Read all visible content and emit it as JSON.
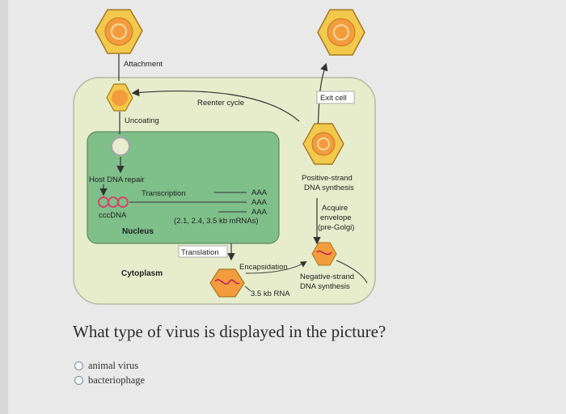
{
  "diagram": {
    "labels": {
      "attachment": "Attachment",
      "reenter_cycle": "Reenter cycle",
      "exit_cell": "Exit cell",
      "uncoating": "Uncoating",
      "host_dna_repair": "Host DNA repair",
      "transcription": "Transcription",
      "cccdna": "cccDNA",
      "aaa": "AAA",
      "mrnas": "(2.1, 2.4, 3.5 kb mRNAs)",
      "nucleus": "Nucleus",
      "positive_strand_1": "Positive-strand",
      "positive_strand_2": "DNA synthesis",
      "acquire_1": "Acquire",
      "acquire_2": "envelope",
      "acquire_3": "(pre-Golgi)",
      "translation": "Translation",
      "encapsidation": "Encapsidation",
      "cytoplasm": "Cytoplasm",
      "negative_strand_1": "Negative-strand",
      "negative_strand_2": "DNA synthesis",
      "rna_35": "3.5 kb RNA"
    },
    "colors": {
      "cell_fill": "#e7edcc",
      "nucleus_fill": "#7fbf8a",
      "virion_outer": "#f2c94c",
      "virion_core": "#f39c3d",
      "virion_edge": "#a5781d"
    }
  },
  "question": {
    "text": "What type of virus is displayed in the picture?",
    "options": [
      "animal virus",
      "bacteriophage"
    ]
  }
}
